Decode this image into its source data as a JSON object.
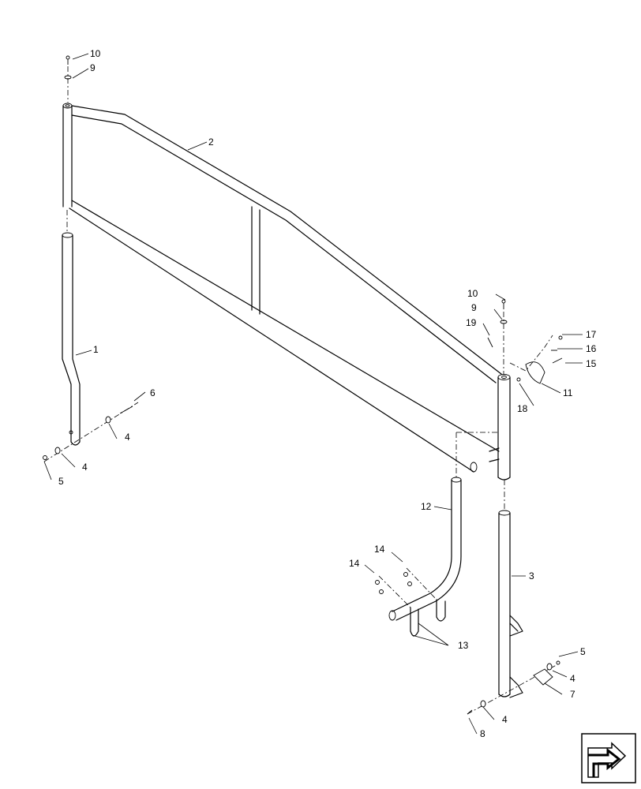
{
  "callouts": {
    "c1": "1",
    "c2": "2",
    "c3": "3",
    "c4a": "4",
    "c4b": "4",
    "c4c": "4",
    "c4d": "4",
    "c5a": "5",
    "c5b": "5",
    "c6": "6",
    "c7": "7",
    "c8": "8",
    "c9a": "9",
    "c9b": "9",
    "c10a": "10",
    "c10b": "10",
    "c11": "11",
    "c12": "12",
    "c13": "13",
    "c14a": "14",
    "c14b": "14",
    "c15": "15",
    "c16": "16",
    "c17": "17",
    "c18": "18",
    "c19": "19"
  },
  "nav": {
    "icon": "page-return-arrow-icon"
  }
}
